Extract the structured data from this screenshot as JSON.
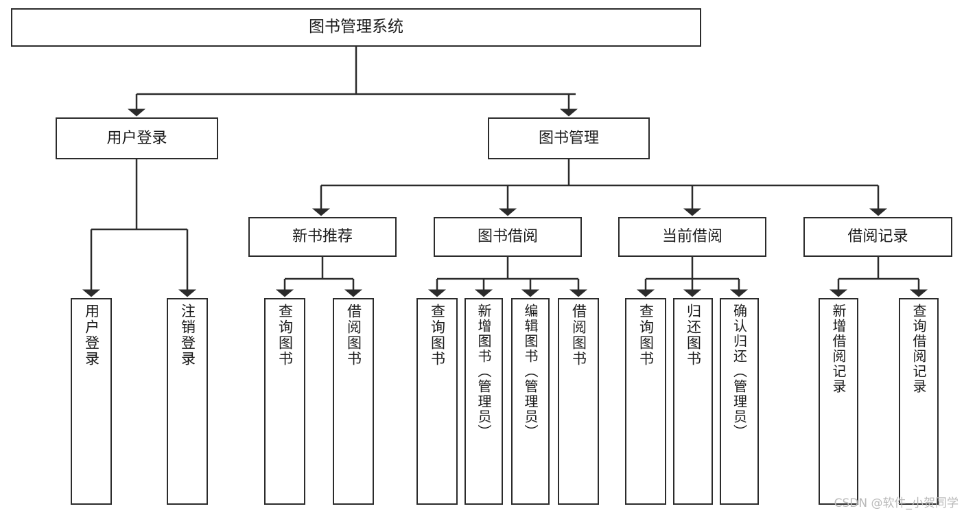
{
  "diagram": {
    "title": "图书管理系统",
    "type": "tree",
    "watermark": "CSDN @软件_小贺同学",
    "colors": {
      "stroke": "#2b2b2b",
      "fill": "#ffffff",
      "text": "#1a1a1a",
      "watermark": "#b9b9b9"
    },
    "levels": {
      "root": {
        "label": "图书管理系统"
      },
      "level2": [
        {
          "label": "用户登录"
        },
        {
          "label": "图书管理"
        }
      ],
      "level3": [
        {
          "label": "新书推荐"
        },
        {
          "label": "图书借阅"
        },
        {
          "label": "当前借阅"
        },
        {
          "label": "借阅记录"
        }
      ],
      "leaves": {
        "user_login": [
          {
            "label": "用户登录"
          },
          {
            "label": "注销登录"
          }
        ],
        "new_book": [
          {
            "label": "查询图书"
          },
          {
            "label": "借阅图书"
          }
        ],
        "book_borrow": [
          {
            "label": "查询图书"
          },
          {
            "label": "新增图书（管理员）"
          },
          {
            "label": "编辑图书（管理员）"
          },
          {
            "label": "借阅图书"
          }
        ],
        "current_borrow": [
          {
            "label": "查询图书"
          },
          {
            "label": "归还图书"
          },
          {
            "label": "确认归还（管理员）"
          }
        ],
        "borrow_record": [
          {
            "label": "新增借阅记录"
          },
          {
            "label": "查询借阅记录"
          }
        ]
      }
    }
  }
}
